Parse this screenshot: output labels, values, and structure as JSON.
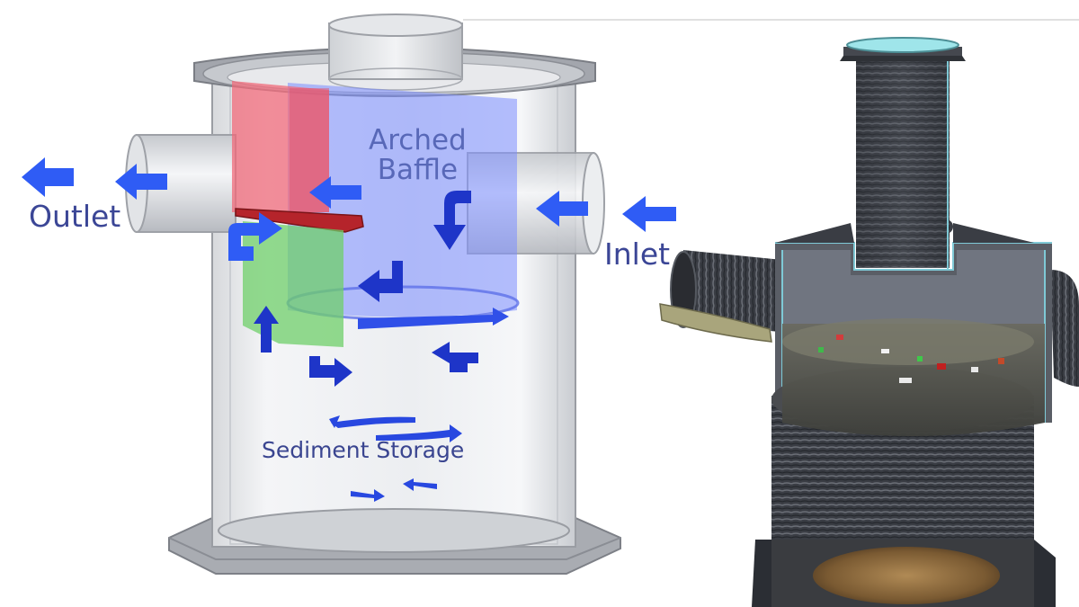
{
  "labels": {
    "outlet": "Outlet",
    "inlet": "Inlet",
    "arched_baffle_line1": "Arched",
    "arched_baffle_line2": "Baffle",
    "sediment_storage": "Sediment Storage"
  },
  "colors": {
    "label_text": "#3b4696",
    "flow_arrow_light": "#2f5cf5",
    "flow_arrow_dark": "#1e35c8",
    "outlet_chamber_red": "#f06a7a",
    "baffle_chamber_blue": "#7a8cff",
    "outlet_riser_green": "#6fcf6a",
    "weir_plate_red": "#b5242b",
    "tank_gray": "#b9bcc2",
    "tank_dark_gray": "#3c4048"
  }
}
